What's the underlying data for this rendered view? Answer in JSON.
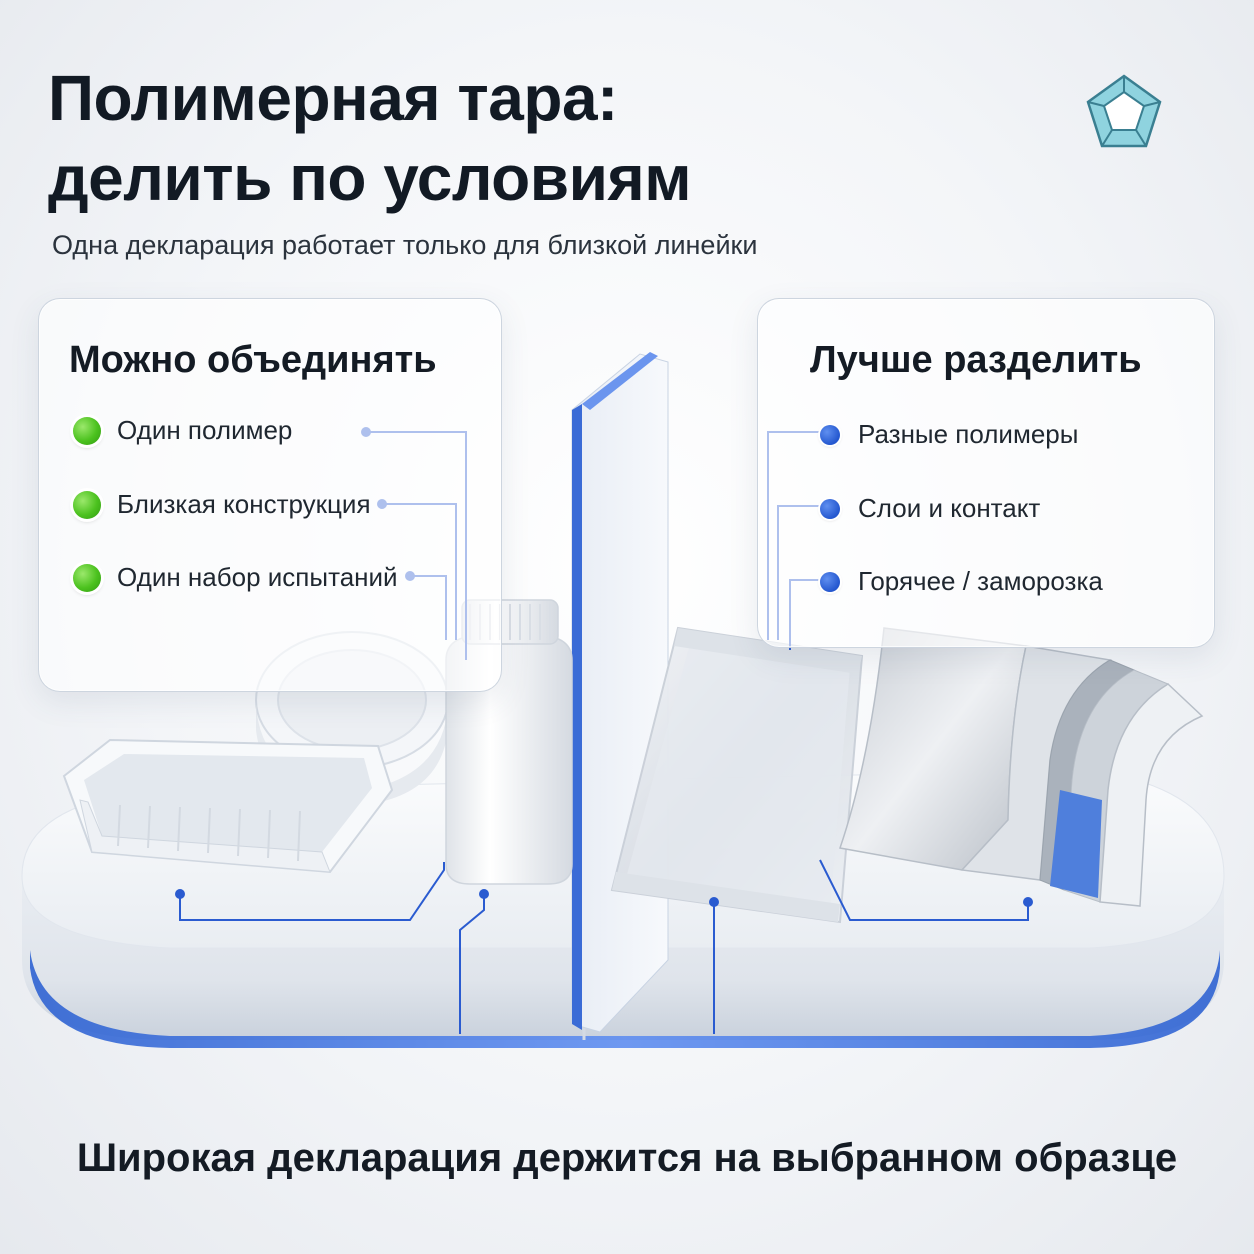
{
  "header": {
    "title": "Полимерная тара:\nделить по условиям",
    "subtitle": "Одна декларация работает только для близкой линейки"
  },
  "left_panel": {
    "title": "Можно объединять",
    "items": [
      {
        "label": "Один полимер"
      },
      {
        "label": "Близкая конструкция"
      },
      {
        "label": "Один набор испытаний"
      }
    ],
    "dot_color": "#4cc21f"
  },
  "right_panel": {
    "title": "Лучше разделить",
    "items": [
      {
        "label": "Разные полимеры"
      },
      {
        "label": "Слои и контакт"
      },
      {
        "label": "Горячее / заморозка"
      }
    ],
    "dot_color": "#2457cf"
  },
  "footer": {
    "caption": "Широкая декларация держится на выбранном образце"
  },
  "colors": {
    "accent_blue": "#3d6fd8",
    "connector_blue": "#2a5bd0",
    "text_dark": "#121a24"
  }
}
